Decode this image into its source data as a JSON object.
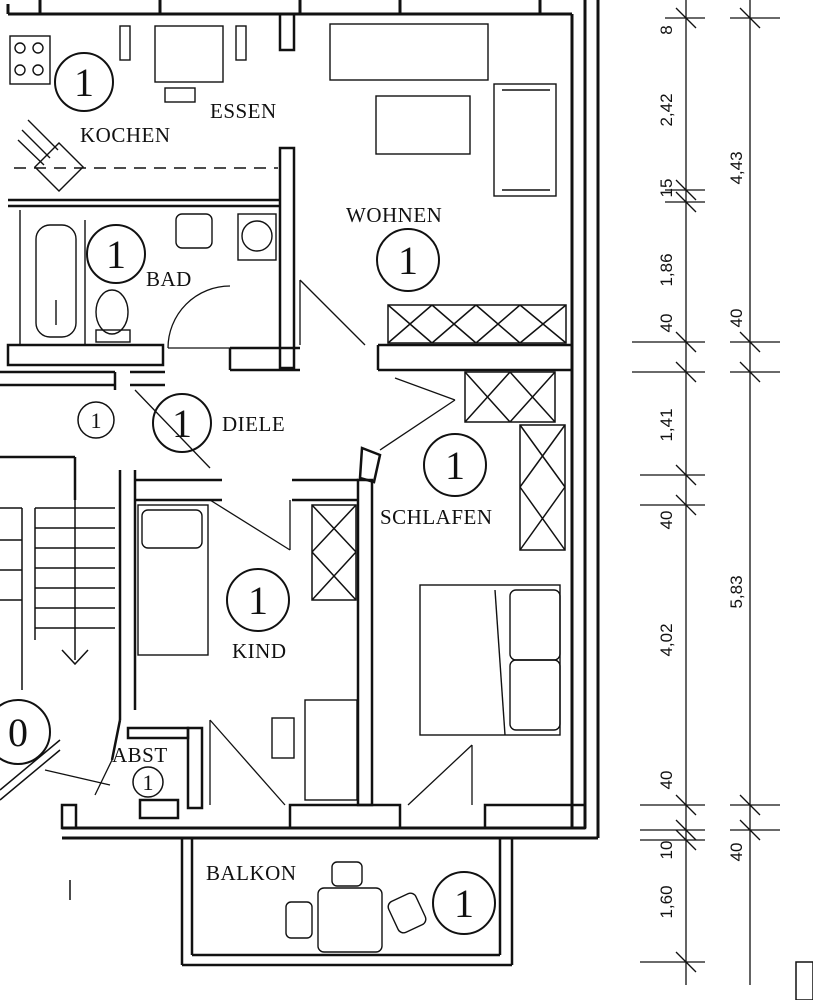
{
  "plan": {
    "rooms": [
      {
        "id": "kochen",
        "name": "KOCHEN",
        "number": "1"
      },
      {
        "id": "essen",
        "name": "ESSEN"
      },
      {
        "id": "wohnen",
        "name": "WOHNEN",
        "number": "1"
      },
      {
        "id": "bad",
        "name": "BAD",
        "number": "1"
      },
      {
        "id": "diele",
        "name": "DIELE",
        "number": "1"
      },
      {
        "id": "schlafen",
        "name": "SCHLAFEN",
        "number": "1"
      },
      {
        "id": "kind",
        "name": "KIND",
        "number": "1"
      },
      {
        "id": "abst",
        "name": "ABST",
        "number": "1"
      },
      {
        "id": "balkon",
        "name": "BALKON",
        "number": "1"
      }
    ],
    "extra_markers": {
      "stair_left": "1",
      "stair_zero": "0"
    },
    "dimensions": {
      "inner": [
        "8",
        "2,42",
        "15",
        "1,86",
        "40",
        "1,41",
        "40",
        "4,02",
        "40",
        "10",
        "1,60"
      ],
      "outer": [
        "4,43",
        "40",
        "5,83",
        "40"
      ]
    }
  }
}
